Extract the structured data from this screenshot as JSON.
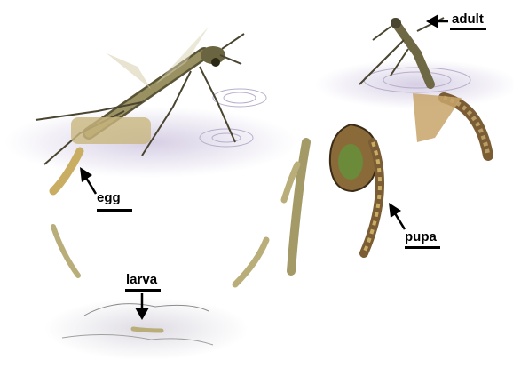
{
  "diagram": {
    "labels": {
      "adult": "adult",
      "egg": "egg",
      "pupa": "pupa",
      "larva": "larva"
    },
    "colors": {
      "water": "#c9bfdc",
      "insect_body": "#8f8658",
      "insect_dark": "#3f3a22",
      "tan": "#b99c64",
      "arrow": "#000000"
    }
  }
}
